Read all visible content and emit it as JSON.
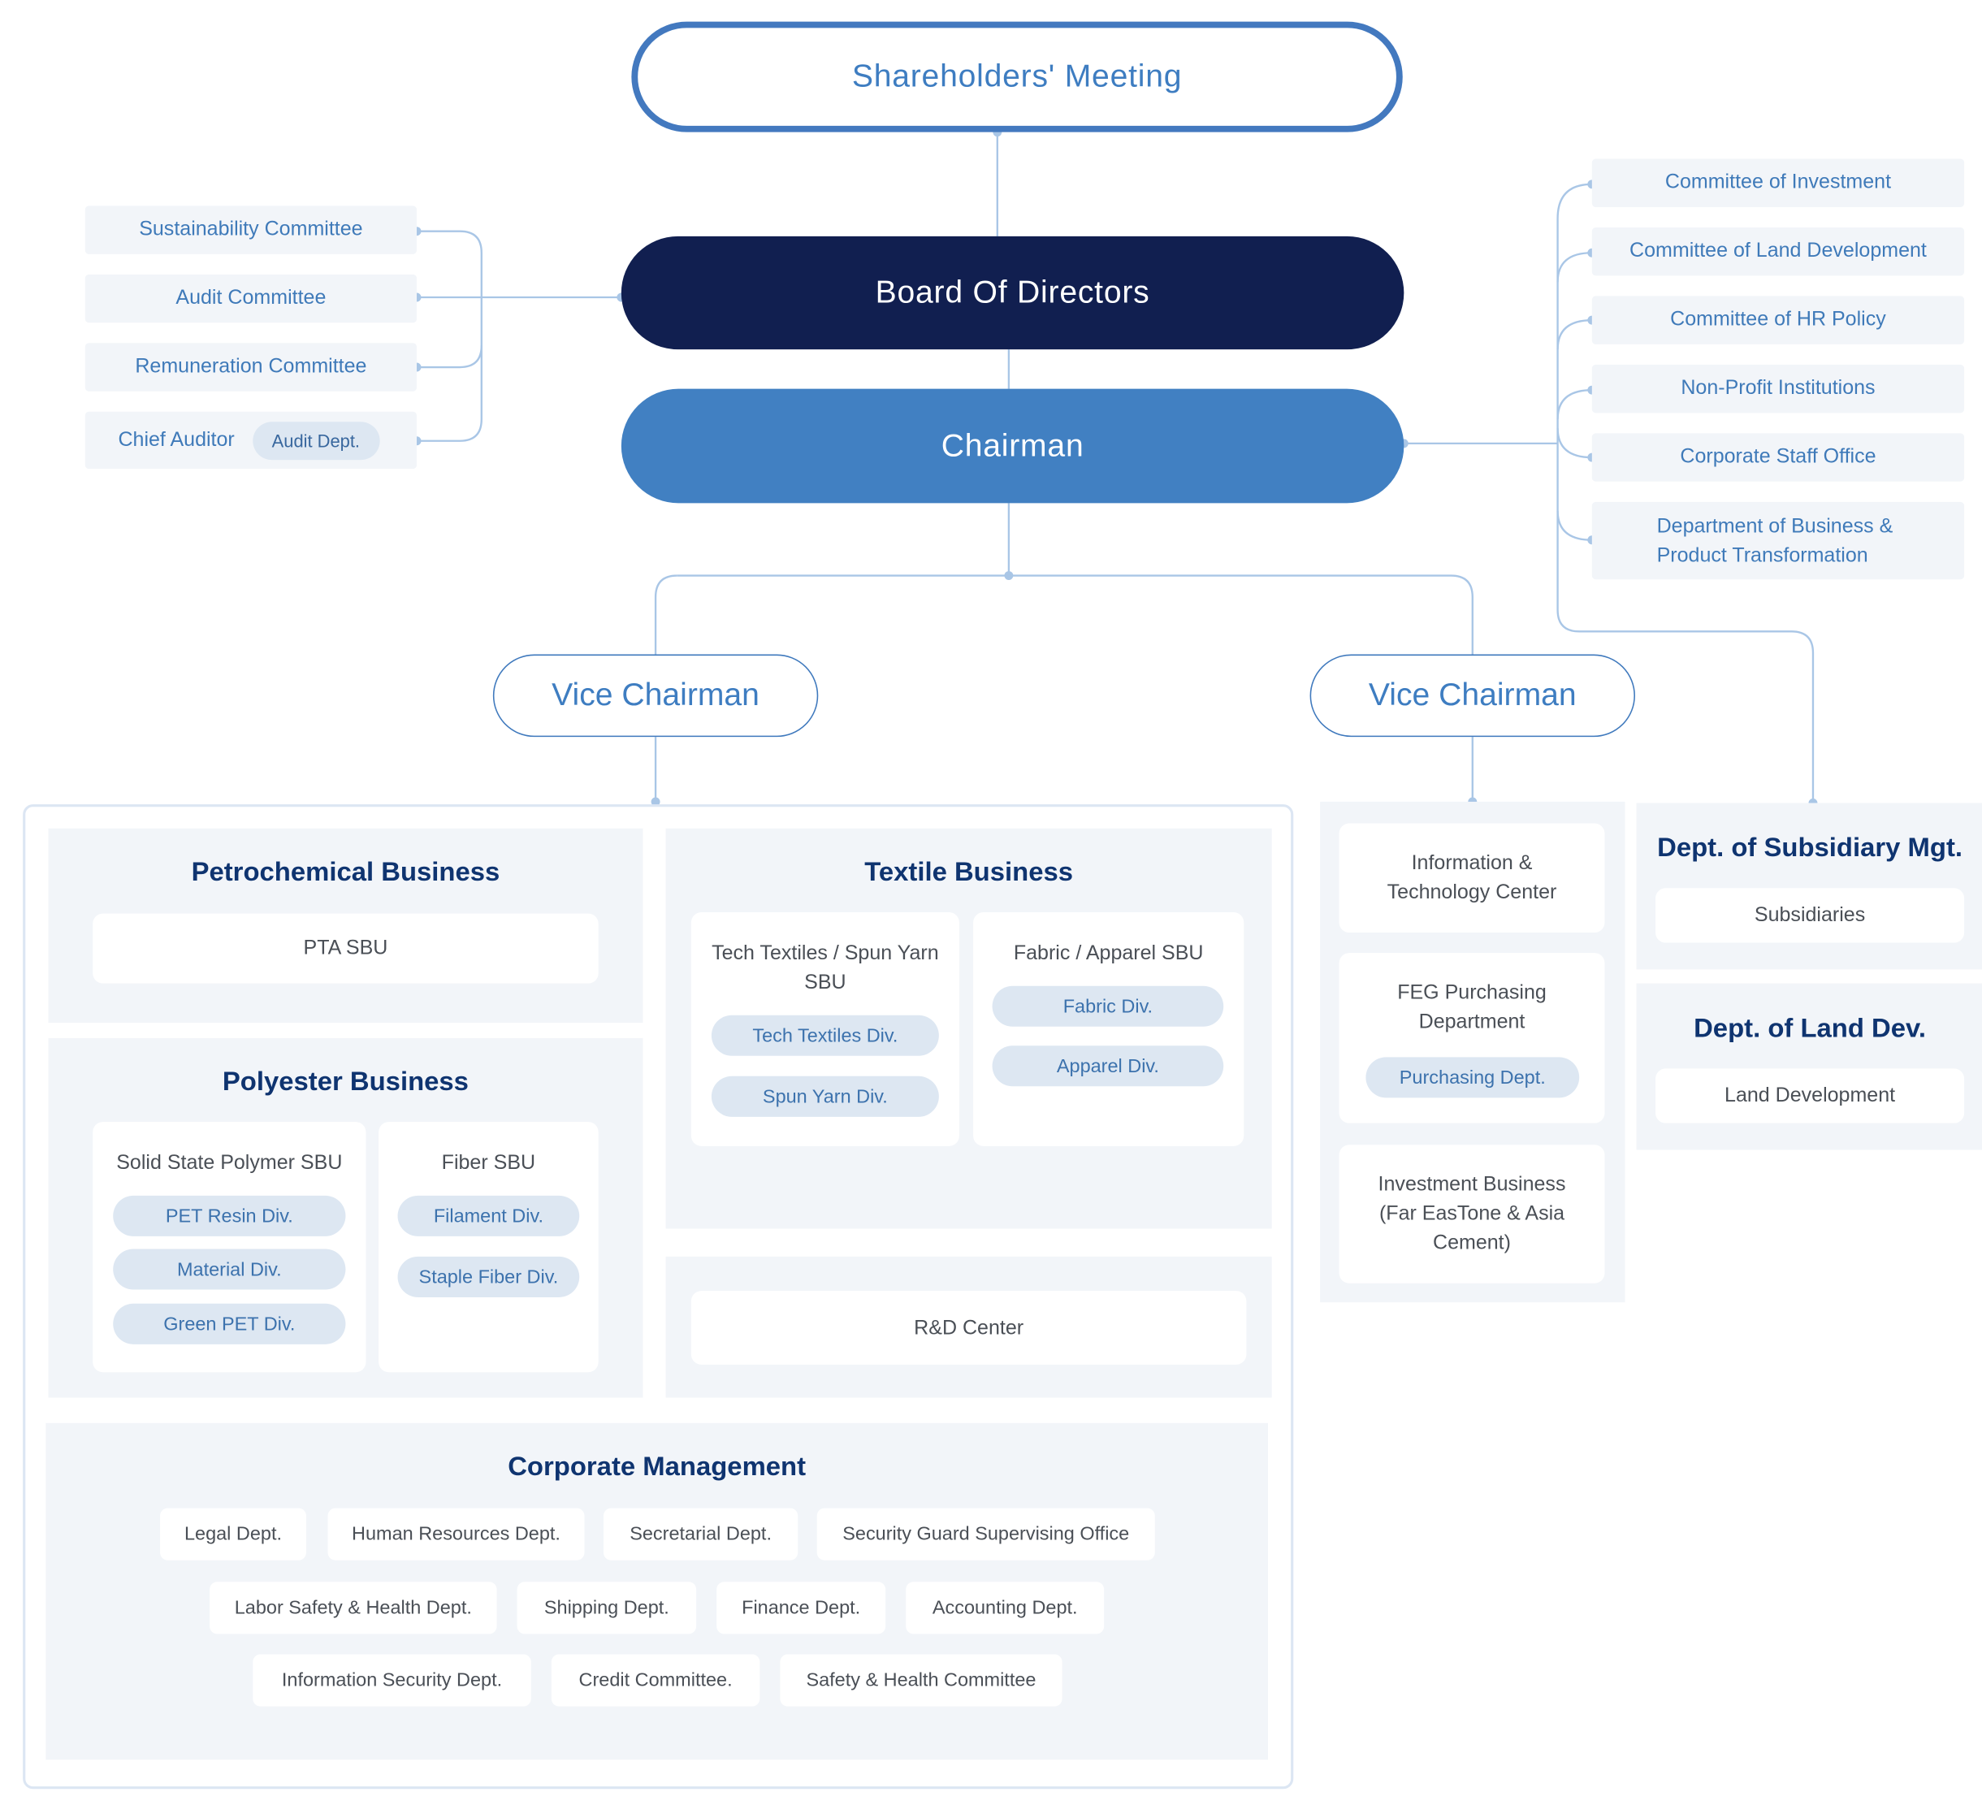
{
  "top": {
    "shareholders": "Shareholders' Meeting",
    "board": "Board Of Directors",
    "chairman": "Chairman",
    "vice_left": "Vice Chairman",
    "vice_right": "Vice Chairman"
  },
  "board_committees": [
    "Sustainability Committee",
    "Audit Committee",
    "Remuneration Committee",
    "Chief Auditor"
  ],
  "audit_badge": "Audit Dept.",
  "chairman_units": [
    "Committee of Investment",
    "Committee of Land Development",
    "Committee of HR Policy",
    "Non-Profit Institutions",
    "Corporate Staff Office",
    "Department of Business & Product Transformation"
  ],
  "petrochemical": {
    "title": "Petrochemical Business",
    "sbu": "PTA SBU"
  },
  "polyester": {
    "title": "Polyester Business",
    "sbus": [
      {
        "name": "Solid State Polymer SBU",
        "divs": [
          "PET Resin Div.",
          "Material Div.",
          "Green PET Div."
        ]
      },
      {
        "name": "Fiber SBU",
        "divs": [
          "Filament Div.",
          "Staple Fiber Div."
        ]
      }
    ]
  },
  "textile": {
    "title": "Textile Business",
    "sbus": [
      {
        "name": "Tech Textiles / Spun Yarn SBU",
        "divs": [
          "Tech Textiles Div.",
          "Spun Yarn Div."
        ]
      },
      {
        "name": "Fabric / Apparel SBU",
        "divs": [
          "Fabric Div.",
          "Apparel Div."
        ]
      }
    ]
  },
  "rd_center": "R&D Center",
  "corporate": {
    "title": "Corporate Management",
    "rows": [
      [
        "Legal Dept.",
        "Human Resources Dept.",
        "Secretarial Dept.",
        "Security Guard Supervising Office"
      ],
      [
        "Labor Safety & Health Dept.",
        "Shipping Dept.",
        "Finance Dept.",
        "Accounting Dept."
      ],
      [
        "Information Security Dept.",
        "Credit Committee.",
        "Safety & Health Committee"
      ]
    ]
  },
  "vice_right_units": {
    "itc": "Information & Technology Center",
    "feg": "FEG Purchasing Department",
    "feg_badge": "Purchasing Dept.",
    "investment": "Investment Business (Far EasTone & Asia Cement)"
  },
  "subsidiary": {
    "title": "Dept. of Subsidiary Mgt.",
    "item": "Subsidiaries"
  },
  "land": {
    "title": "Dept. of Land Dev.",
    "item": "Land Development"
  },
  "colors": {
    "navy": "#111f50",
    "blue": "#4180c2",
    "panel": "#f2f5f9",
    "line": "#a9c6e6"
  }
}
